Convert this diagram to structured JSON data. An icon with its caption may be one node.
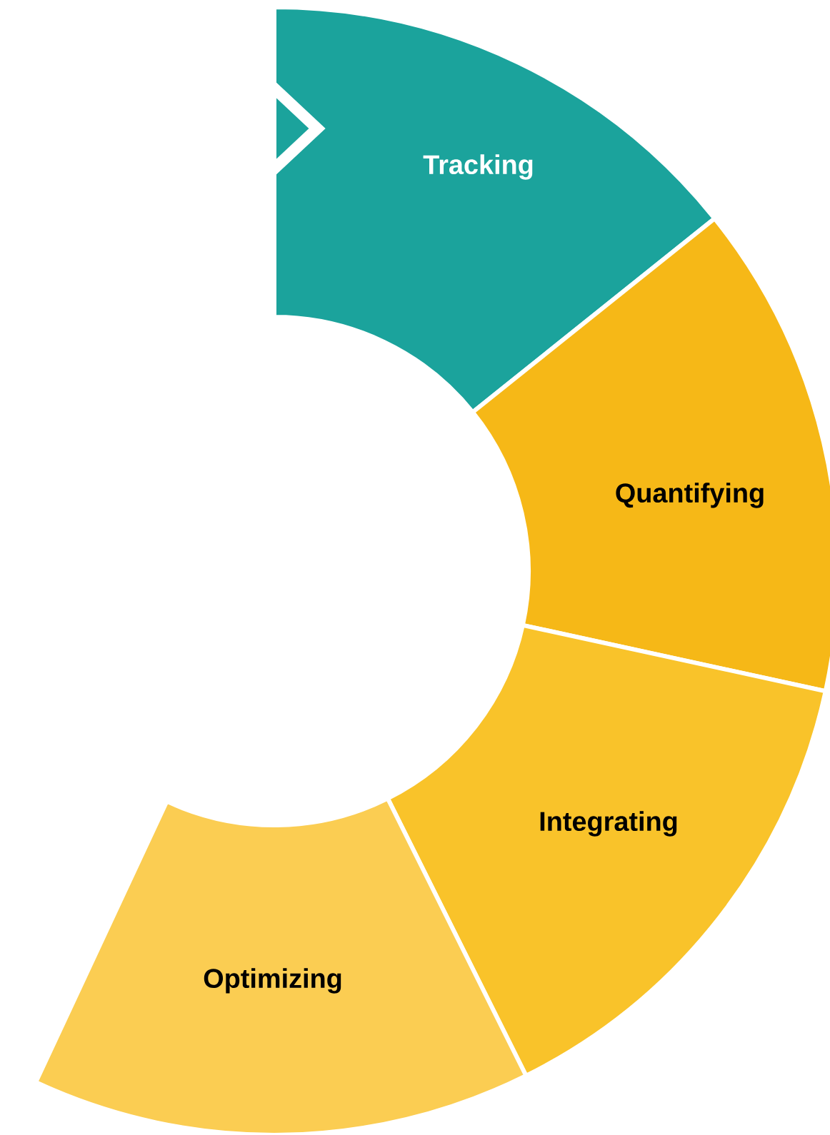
{
  "diagram": {
    "nodes": [
      {
        "text": [
          "Tracking"
        ]
      },
      {
        "text": [
          "Quantifying"
        ]
      },
      {
        "text": [
          "Integrating"
        ]
      },
      {
        "text": [
          "Optimizing"
        ]
      }
    ]
  }
}
